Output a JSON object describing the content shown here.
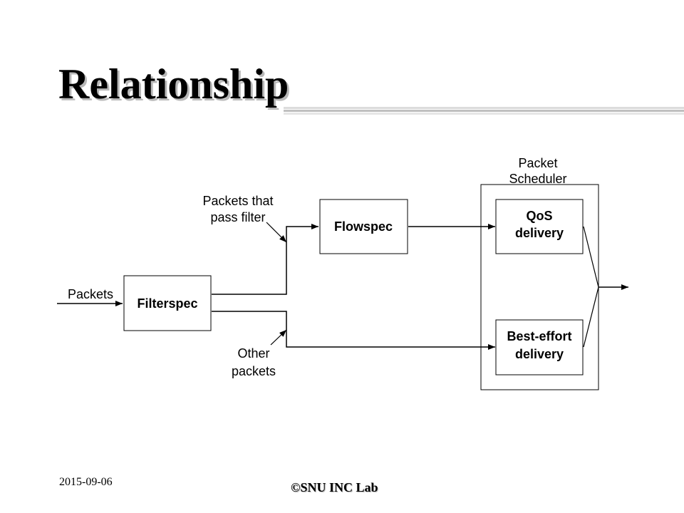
{
  "slide": {
    "title": "Relationship",
    "footer_date": "2015-09-06",
    "footer_lab": "SNU INC Lab",
    "copyright_symbol": "©"
  },
  "diagram": {
    "input_label": "Packets",
    "filterspec_label": "Filterspec",
    "flowspec_label": "Flowspec",
    "pass_label_line1": "Packets that",
    "pass_label_line2": "pass filter",
    "other_label_line1": "Other",
    "other_label_line2": "packets",
    "scheduler_label_line1": "Packet",
    "scheduler_label_line2": "Scheduler",
    "qos_label_line1": "QoS",
    "qos_label_line2": "delivery",
    "best_effort_label_line1": "Best-effort",
    "best_effort_label_line2": "delivery"
  },
  "colors": {
    "rule_gray": "#c0c0c0",
    "rule_light": "#dcdcdc",
    "line": "#000000"
  }
}
